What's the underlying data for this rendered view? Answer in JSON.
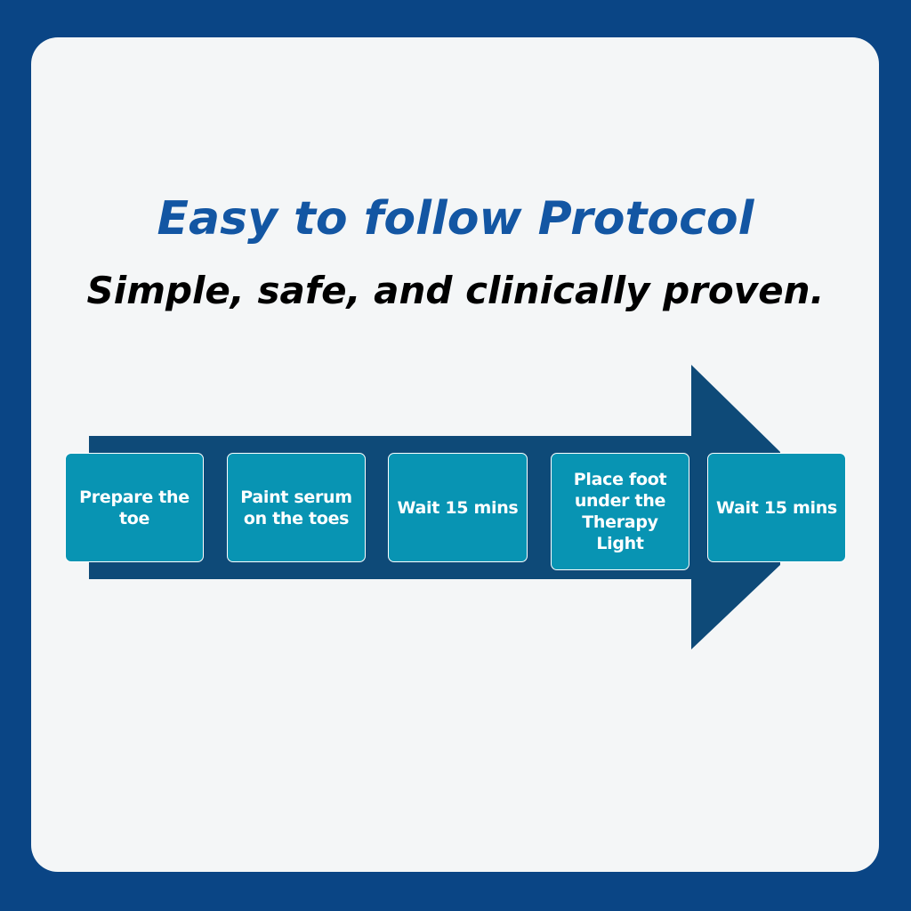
{
  "heading": {
    "title": "Easy to follow Protocol",
    "subtitle": "Simple, safe, and clinically proven."
  },
  "steps": [
    {
      "label": "Prepare the toe"
    },
    {
      "label": "Paint serum on the toes"
    },
    {
      "label": "Wait 15 mins"
    },
    {
      "label": "Place foot under the Therapy Light"
    },
    {
      "label": "Wait 15 mins"
    }
  ],
  "colors": {
    "frame": "#0a4585",
    "card": "#f4f6f7",
    "title": "#1356a3",
    "arrow": "#0e4a78",
    "step": "#0894b3"
  }
}
